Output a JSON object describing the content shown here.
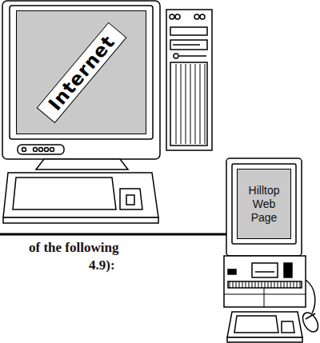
{
  "diagram": {
    "nodes": [
      {
        "text": [
          "Internet"
        ]
      },
      {
        "text": [
          "Hilltop Web Page"
        ]
      }
    ],
    "labels": [
      "of the following",
      "4.9):"
    ]
  }
}
